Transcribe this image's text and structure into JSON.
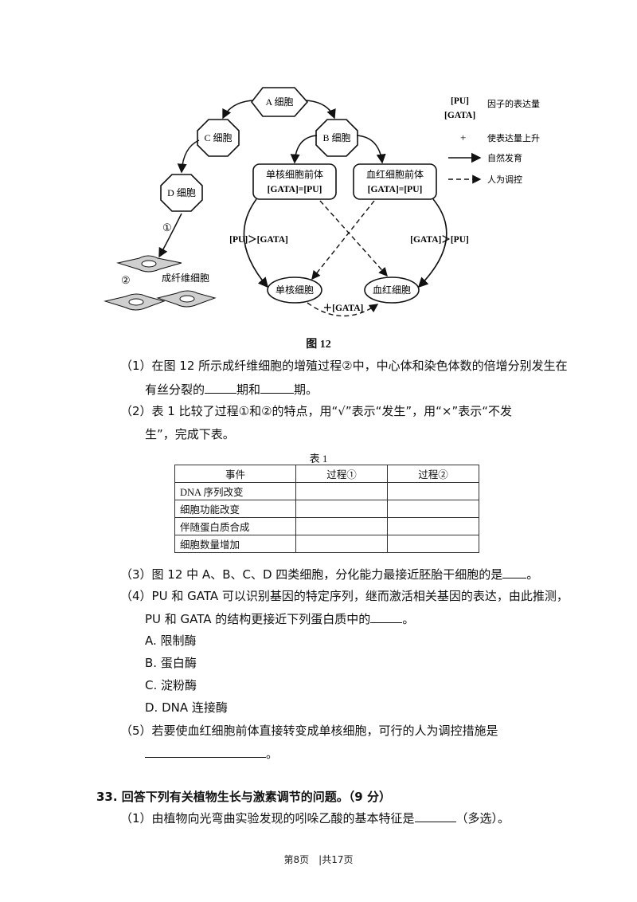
{
  "diagram": {
    "node_a": "A 细胞",
    "node_b": "B 细胞",
    "node_c": "C 细胞",
    "node_d": "D 细胞",
    "mono_pre_title": "单核细胞前体",
    "mono_pre_eq": "[GATA]=[PU]",
    "ery_pre_title": "血红细胞前体",
    "ery_pre_eq": "[GATA]=[PU]",
    "label_pu_gt": "[PU]＞[GATA]",
    "label_gata_gt": "[GATA]＞[PU]",
    "mono_cell": "单核细胞",
    "ery_cell": "血红细胞",
    "plus_gata": "＋[GATA]",
    "step1": "①",
    "step2": "②",
    "fibroblast": "成纤维细胞",
    "legend": {
      "pu": "[PU]",
      "gata": "[GATA]",
      "factor": "因子的表达量",
      "plus": "+",
      "plus_desc": "使表达量上升",
      "solid_desc": "自然发育",
      "dashed_desc": "人为调控"
    }
  },
  "figure_caption": "图 12",
  "q1": {
    "line1": "（1）在图 12 所示成纤维细胞的增殖过程②中，中心体和染色体数的倍增分别发生在",
    "line2_a": "有丝分裂的",
    "line2_b": "期和",
    "line2_c": "期。"
  },
  "q2": {
    "line1": "（2）表 1 比较了过程①和②的特点，用“√”表示“发生”，用“×”表示“不发",
    "line2": "生”，完成下表。"
  },
  "table": {
    "title": "表 1",
    "headers": [
      "事件",
      "过程①",
      "过程②"
    ],
    "rows": [
      "DNA 序列改变",
      "细胞功能改变",
      "伴随蛋白质合成",
      "细胞数量增加"
    ]
  },
  "q3": {
    "text": "（3）图 12 中 A、B、C、D 四类细胞，分化能力最接近胚胎干细胞的是",
    "end": "。"
  },
  "q4": {
    "line1": "（4）PU 和 GATA 可以识别基因的特定序列，继而激活相关基因的表达，由此推测，",
    "line2": "PU 和 GATA 的结构更接近下列蛋白质中的",
    "line2_end": "。",
    "options": [
      "A. 限制酶",
      "B. 蛋白酶",
      "C. 淀粉酶",
      "D. DNA 连接酶"
    ]
  },
  "q5": {
    "line1": "（5）若要使血红细胞前体直接转变成单核细胞，可行的人为调控措施是",
    "line2_end": "。"
  },
  "section33": {
    "title": "33. 回答下列有关植物生长与激素调节的问题。（9 分）",
    "q1": "（1）由植物向光弯曲实验发现的吲哚乙酸的基本特征是",
    "q1_end": "（多选）。"
  },
  "footer": "第8页　|共17页"
}
